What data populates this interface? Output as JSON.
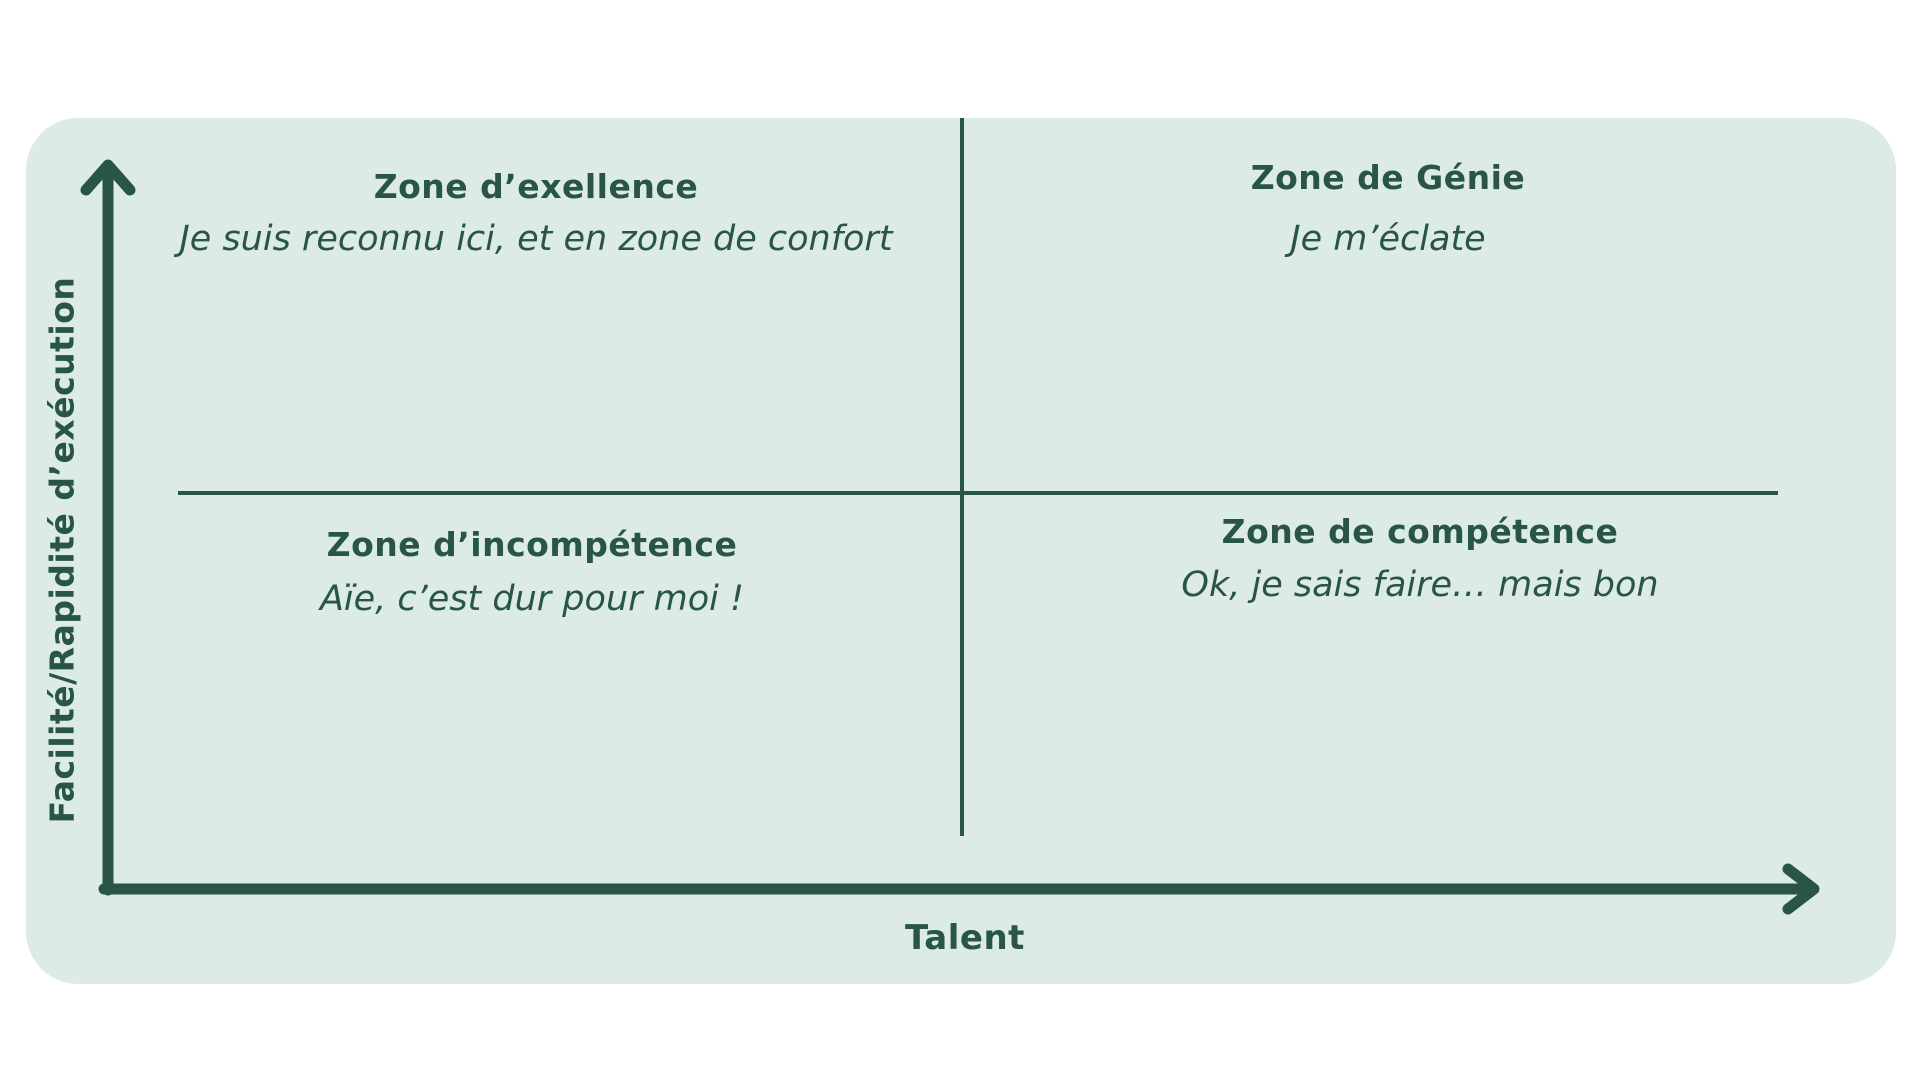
{
  "colors": {
    "background": "#ffffff",
    "panel": "#dcebe7",
    "ink": "#285546"
  },
  "axes": {
    "x_label": "Talent",
    "y_label": "Facilité/Rapidité d’exécution"
  },
  "quadrants": {
    "top_left": {
      "title": "Zone d’exellence",
      "subtitle": "Je suis reconnu ici, et en zone de confort"
    },
    "top_right": {
      "title": "Zone de Génie",
      "subtitle": "Je m’éclate"
    },
    "bottom_left": {
      "title": "Zone d’incompétence",
      "subtitle": "Aïe, c’est dur pour moi !"
    },
    "bottom_right": {
      "title": "Zone de compétence",
      "subtitle": "Ok, je sais faire… mais bon"
    }
  }
}
